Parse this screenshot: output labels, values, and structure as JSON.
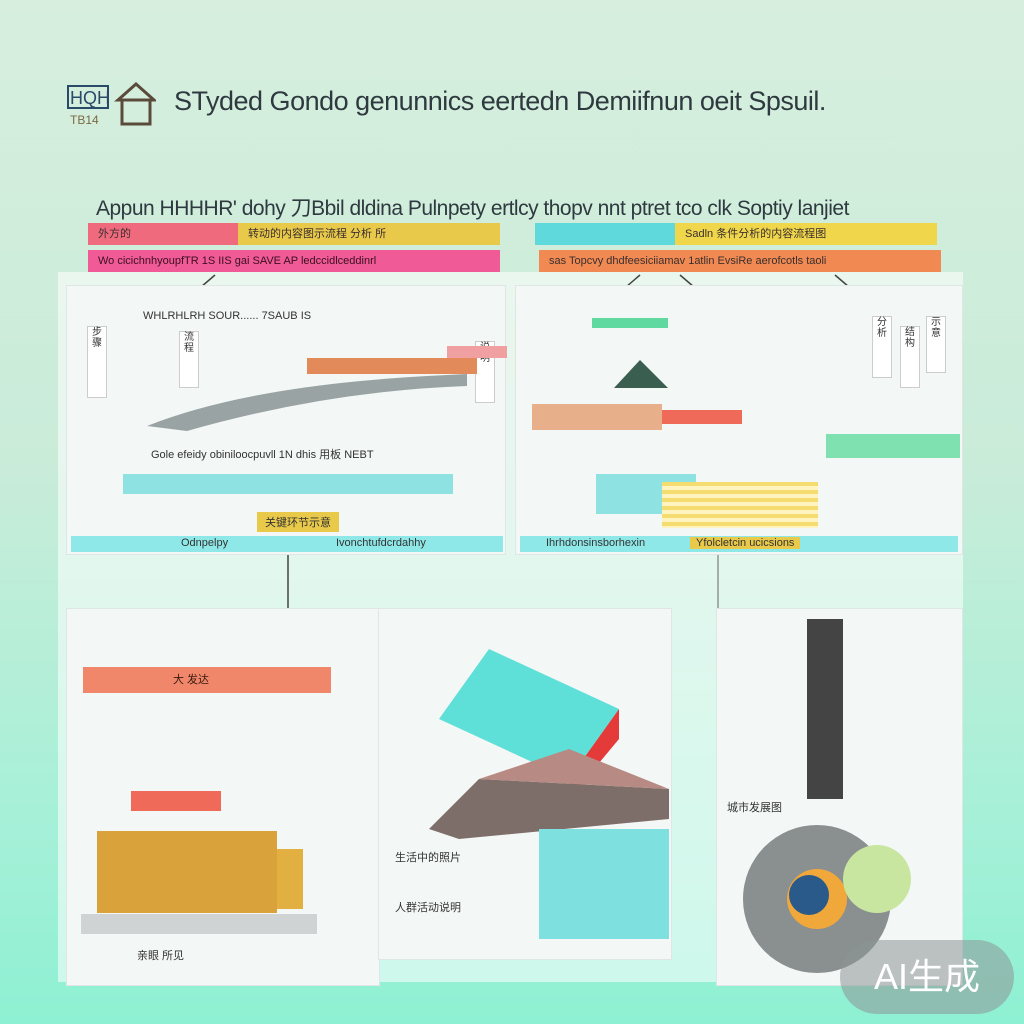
{
  "header": {
    "title": "STyded Gondo genunnics eertedn Demiifnun oeit Spsuil.",
    "logo_text": "HQH",
    "logo_sub": "TB14"
  },
  "subtitle": "Appun HHHHR' dohy 刀Bbil dldina Pulnpety    ertlcy thopv nnt ptret tco clk Soptiy lanjiet",
  "left_group": {
    "band1_a": "外方的",
    "band1_b": "转动的内容图示流程 分析 所",
    "band2": "Wo cicichnhyoupfTR 1S IIS gai SAVE AP ledccidlceddinrl"
  },
  "right_group": {
    "band1_a": "",
    "band1_b": "Sadln 条件分析的内容流程图",
    "band2": "sas Topcvy dhdfeesiciiamav 1atlin EvsiRe aerofcotls taoli"
  },
  "panel_tl": {
    "heading": "WHLRHLRH SOUR...... 7SAUB IS",
    "caption": "Gole efeidy obiniloocpuvll 1N dhis 用板 NEBT",
    "center_tag": "关键环节示意",
    "footer_left": "Odnpelpy",
    "footer_right": "Ivonchtufdcrdahhy",
    "vert_1": "步骤",
    "vert_2": "流程",
    "vert_3": "说明"
  },
  "panel_tr": {
    "footer_left": "Ihrhdonsinsborhexin",
    "footer_right": "Yfolcletcin ucicsions",
    "vert_1": "分析",
    "vert_2": "结构",
    "vert_3": "示意"
  },
  "panel_bl": {
    "banner": "大 发达",
    "caption": "亲眼 所见"
  },
  "panel_bm": {
    "caption1": "生活中的照片",
    "caption2": "人群活动说明"
  },
  "panel_br": {
    "caption": "城市发展图"
  },
  "watermark": "AI生成",
  "colors": {
    "pink": "#f06a7e",
    "yellow": "#e9c94a",
    "cyan": "#5fd9dc",
    "orange": "#f08a52",
    "gray": "#8a8f8f"
  }
}
